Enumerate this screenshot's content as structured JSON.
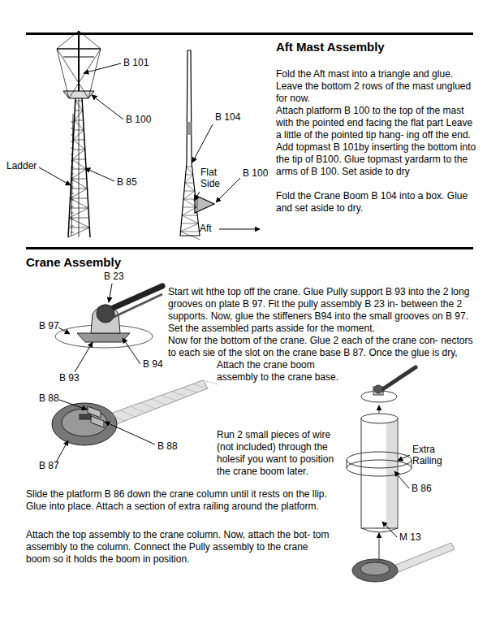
{
  "diagram": {
    "labels": [
      "Aft Mast Assembly",
      "B 101",
      "B 100",
      "B 104",
      "Ladder",
      "Flat Side",
      "B 100",
      "B 85",
      "Aft",
      "Fold the Aft mast into a triangle and glue. Leave the bottom 2 rows of the mast unglued for now.",
      "Attach platform B 100 to the top of the mast with the pointed end facing the flat part Leave a little of the pointed tip hang- ing off the end.",
      "Add topmast B 101by inserting the bottom into the tip of B100. Glue topmast yardarm to the arms of B 100. Set aside to dry",
      "Fold the Crane Boom B 104 into a box. Glue and set aside to dry.",
      "Crane Assembly",
      "B 23",
      "B 97",
      "B 94",
      "B 93",
      "B 88",
      "B 88",
      "B 87",
      "Extra Railing",
      "B 86",
      "M 13",
      "Start wit hthe top off the crane. Glue Pully support B 93 into the 2 long grooves on plate B 97. Fit the pully assembly B 23 in- between the 2 supports. Now, glue the stiffeners B94 into the small grooves on B 97. Set the assembled parts asside for the moment.",
      "Now for the bottom of the crane. Glue 2 each of the crane con- nectors to each sie of the slot on the crane base B 87. Once the glue is dry, Attach the crane boom assembly to the crane base.",
      "Run 2 small pieces of wire (not included) through the holesif you want to position the crane boom later.",
      "Slide the platform B 86 down the crane column until it rests on the llip. Glue into place. Attach a section of extra railing around the platform.",
      "Attach the top assembly to the crane column. Now, attach the bot- tom assembly to the column. Connect the Pully assembly to the crane boom so it holds the boom in position."
    ]
  }
}
